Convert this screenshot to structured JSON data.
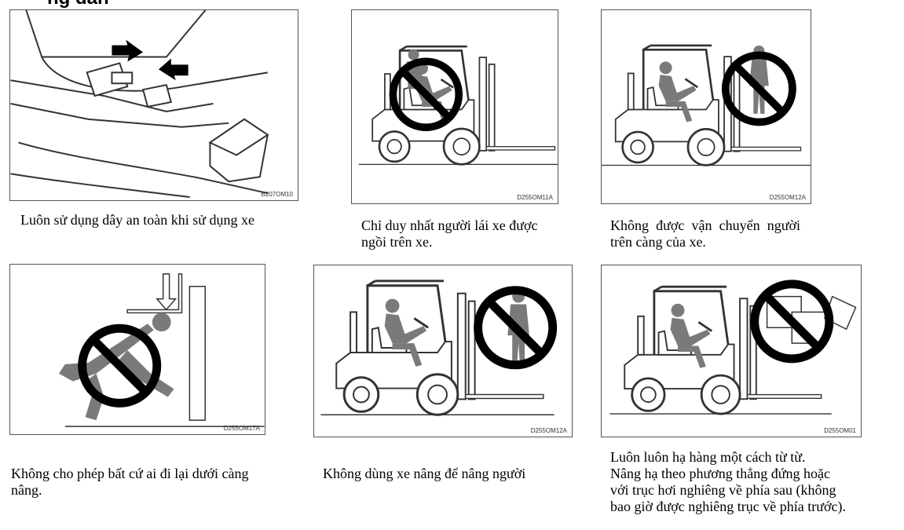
{
  "heading": "ng dẫn",
  "panels": [
    {
      "code": "B207OM10",
      "caption": "Luôn sử dụng dây an toàn khi sử dụng xe"
    },
    {
      "code": "D255OM11A",
      "caption": "Chỉ duy nhất người lái xe được ngồi trên xe."
    },
    {
      "code": "D255OM12A",
      "caption": "Không được vận chuyển người trên càng của xe."
    },
    {
      "code": "D255OM17A",
      "caption": "Không cho phép bất cứ ai đi lại dưới càng nâng."
    },
    {
      "code": "D255OM12A",
      "caption": "Không dùng xe nâng để nâng người"
    },
    {
      "code": "D255OM01",
      "caption_lines": [
        "Luôn luôn hạ hàng một cách từ từ.",
        "Nâng hạ theo phương thẳng đứng hoặc",
        "với trục hơi nghiêng về phía sau (không",
        "bao giờ được nghiêng trục về phía trước)."
      ]
    }
  ],
  "colors": {
    "figure": "#7a7a7a",
    "prohibit": "#000000",
    "line": "#333333"
  },
  "icons": [
    "seatbelt-buckle-icon",
    "forklift-icon",
    "prohibition-icon",
    "falling-person-icon",
    "down-arrow-icon"
  ]
}
